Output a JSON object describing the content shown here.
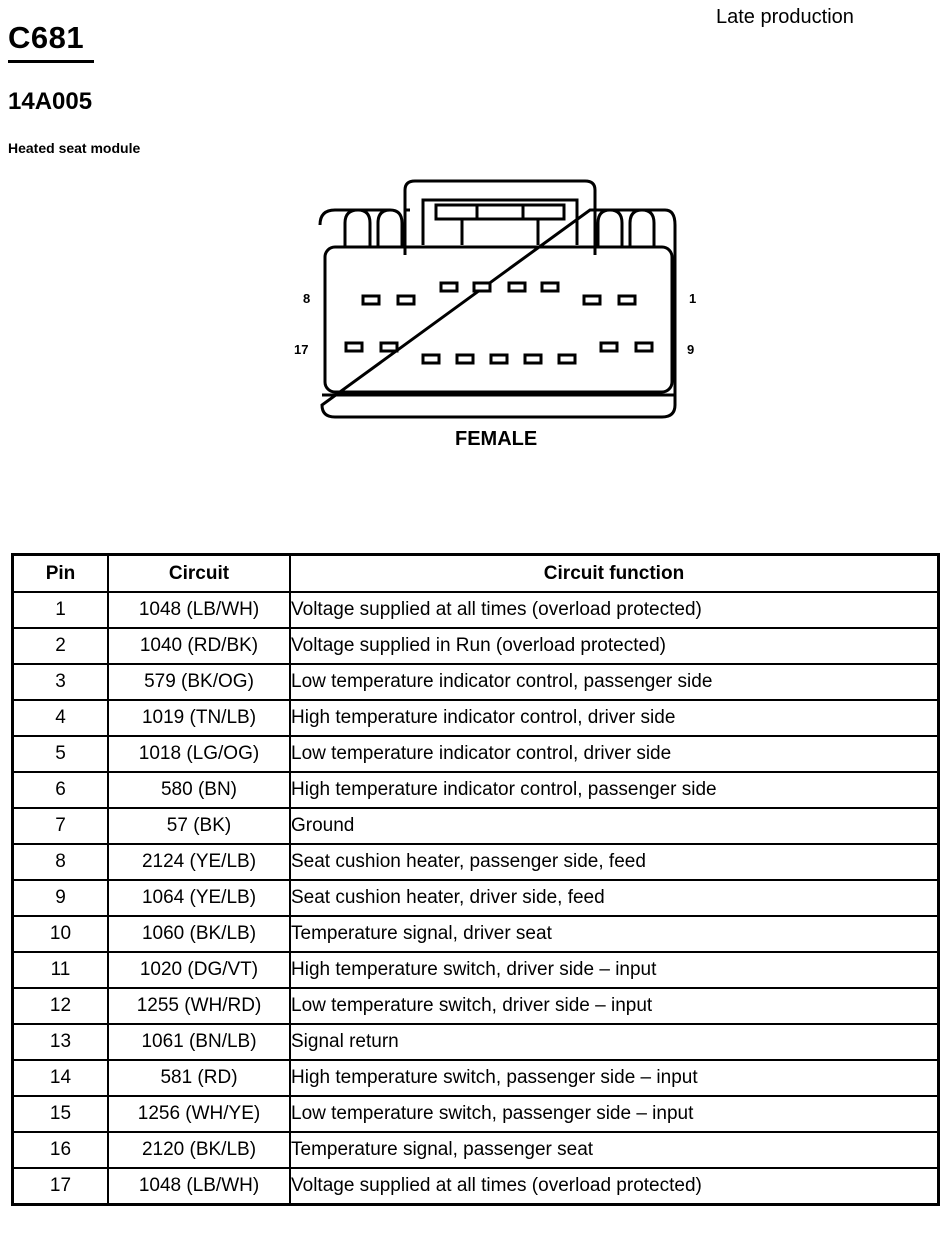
{
  "header": {
    "production": "Late production",
    "connector_id": "C681",
    "part_number": "14A005",
    "component": "Heated seat module"
  },
  "diagram": {
    "gender_label": "FEMALE",
    "pin_labels": {
      "top_left": "8",
      "top_right": "1",
      "bottom_left": "17",
      "bottom_right": "9"
    }
  },
  "table": {
    "headers": {
      "pin": "Pin",
      "circuit": "Circuit",
      "function": "Circuit function"
    },
    "rows": [
      {
        "pin": "1",
        "circuit": "1048 (LB/WH)",
        "function": "Voltage supplied at all times (overload protected)"
      },
      {
        "pin": "2",
        "circuit": "1040 (RD/BK)",
        "function": "Voltage supplied in Run (overload protected)"
      },
      {
        "pin": "3",
        "circuit": "579 (BK/OG)",
        "function": "Low temperature indicator control, passenger side"
      },
      {
        "pin": "4",
        "circuit": "1019 (TN/LB)",
        "function": "High temperature indicator control, driver side"
      },
      {
        "pin": "5",
        "circuit": "1018 (LG/OG)",
        "function": "Low temperature indicator control, driver side"
      },
      {
        "pin": "6",
        "circuit": "580 (BN)",
        "function": "High temperature indicator control, passenger side"
      },
      {
        "pin": "7",
        "circuit": "57 (BK)",
        "function": "Ground"
      },
      {
        "pin": "8",
        "circuit": "2124 (YE/LB)",
        "function": "Seat cushion heater, passenger side, feed"
      },
      {
        "pin": "9",
        "circuit": "1064 (YE/LB)",
        "function": "Seat cushion heater, driver side, feed"
      },
      {
        "pin": "10",
        "circuit": "1060 (BK/LB)",
        "function": "Temperature signal, driver seat"
      },
      {
        "pin": "11",
        "circuit": "1020 (DG/VT)",
        "function": "High temperature switch, driver side – input"
      },
      {
        "pin": "12",
        "circuit": "1255 (WH/RD)",
        "function": "Low temperature switch, driver side – input"
      },
      {
        "pin": "13",
        "circuit": "1061 (BN/LB)",
        "function": "Signal return"
      },
      {
        "pin": "14",
        "circuit": "581 (RD)",
        "function": "High temperature switch, passenger side – input"
      },
      {
        "pin": "15",
        "circuit": "1256 (WH/YE)",
        "function": "Low temperature switch, passenger side – input"
      },
      {
        "pin": "16",
        "circuit": "2120 (BK/LB)",
        "function": "Temperature signal, passenger seat"
      },
      {
        "pin": "17",
        "circuit": "1048 (LB/WH)",
        "function": "Voltage supplied at all times (overload protected)"
      }
    ]
  }
}
